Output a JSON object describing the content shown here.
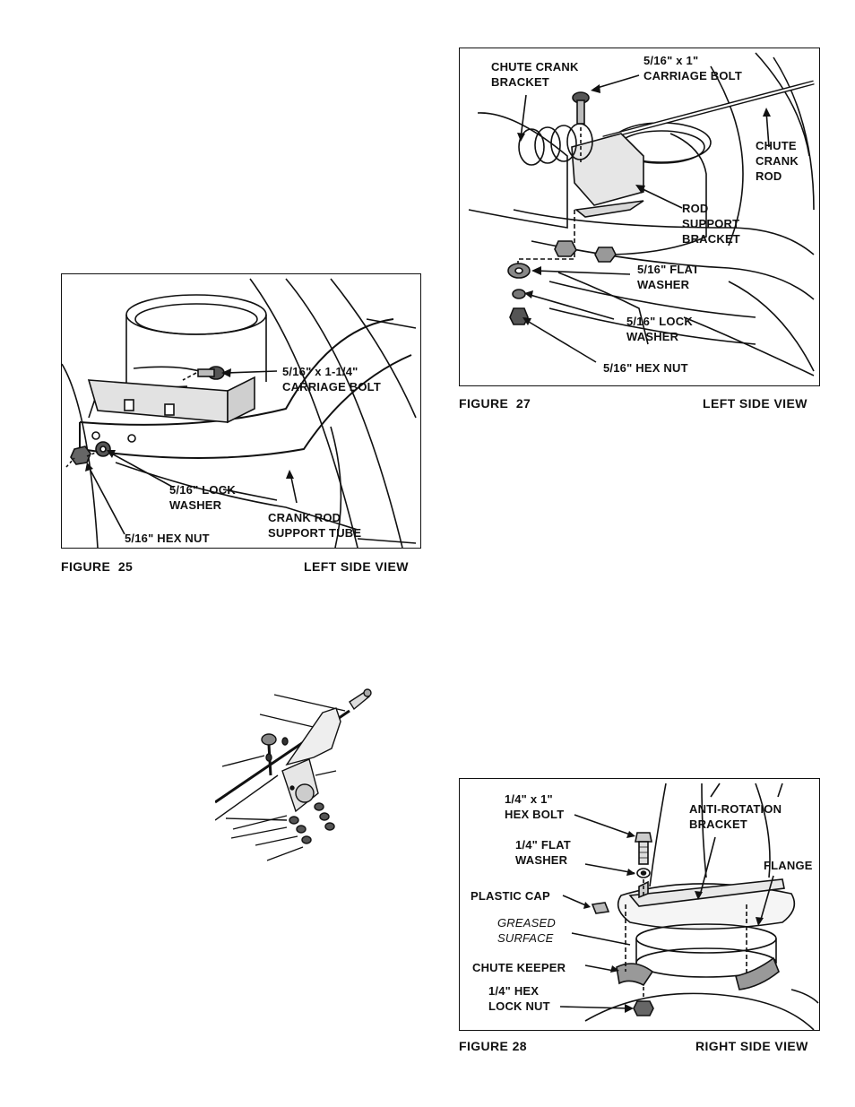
{
  "figure25": {
    "number": "FIGURE  25",
    "view": "LEFT SIDE VIEW",
    "labels": {
      "carriage_bolt": "5/16\" x 1-1/4\"\nCARRIAGE BOLT",
      "lock_washer": "5/16\" LOCK\nWASHER",
      "hex_nut": "5/16\" HEX NUT",
      "support_tube": "CRANK ROD\nSUPPORT TUBE"
    }
  },
  "figure27": {
    "number": "FIGURE  27",
    "view": "LEFT SIDE VIEW",
    "labels": {
      "crank_bracket": "CHUTE CRANK\nBRACKET",
      "carriage_bolt": "5/16\" x 1\"\nCARRIAGE BOLT",
      "crank_rod": "CHUTE\nCRANK\nROD",
      "rod_support": "ROD\nSUPPORT\nBRACKET",
      "flat_washer": "5/16\" FLAT\nWASHER",
      "lock_washer": "5/16\" LOCK\nWASHER",
      "hex_nut": "5/16\" HEX NUT"
    }
  },
  "figure28": {
    "number": "FIGURE 28",
    "view": "RIGHT SIDE VIEW",
    "labels": {
      "hex_bolt": "1/4\" x 1\"\nHEX BOLT",
      "flat_washer": "1/4\" FLAT\nWASHER",
      "plastic_cap": "PLASTIC CAP",
      "greased": "GREASED\nSURFACE",
      "chute_keeper": "CHUTE KEEPER",
      "lock_nut": "1/4\" HEX\nLOCK NUT",
      "anti_rotation": "ANTI-ROTATION\nBRACKET",
      "flange": "FLANGE"
    }
  }
}
